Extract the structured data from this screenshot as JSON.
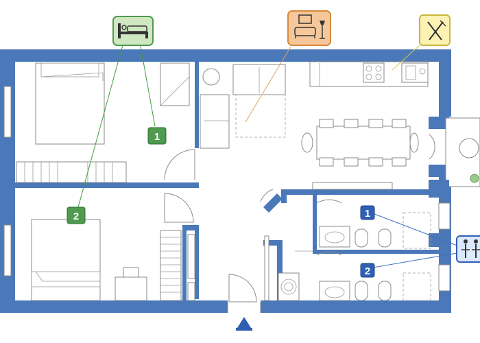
{
  "badges": {
    "bedroom_1": "1",
    "bedroom_2": "2",
    "bathroom_1": "1",
    "bathroom_2": "2"
  },
  "icons": {
    "bedroom": "bed-icon",
    "living": "sofa-lamp-icon",
    "kitchen": "fork-knife-icon",
    "bathroom": "people-restroom-icon",
    "entrance": "triangle-up-icon"
  },
  "colors": {
    "wall": "#4a78b9",
    "bedroom_badge": "#4f9a4f",
    "bedroom_icon_bg": "#cfe8c2",
    "living_icon_bg": "#f6c79a",
    "kitchen_icon_bg": "#fbf2b3",
    "bathroom_badge": "#2f5fb3",
    "bathroom_icon_bg": "#dce8fb"
  }
}
